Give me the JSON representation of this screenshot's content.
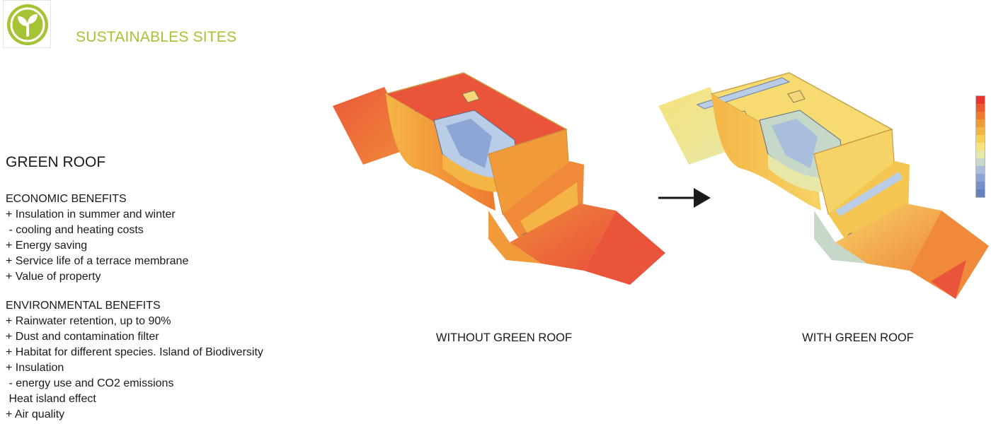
{
  "header": {
    "title": "SUSTAINABLES SITES",
    "logo_icon": "sprout-icon",
    "brand_color": "#a5c332"
  },
  "section": {
    "title": "GREEN ROOF"
  },
  "economic": {
    "heading": "ECONOMIC BENEFITS",
    "items": [
      "+ Insulation in summer and winter",
      " - cooling and heating costs",
      "+ Energy saving",
      "+ Service life of a terrace membrane",
      "+ Value of property"
    ]
  },
  "environmental": {
    "heading": "ENVIRONMENTAL BENEFITS",
    "items": [
      "+ Rainwater retention, up to 90%",
      "+ Dust and contamination filter",
      "+ Habitat for different species. Island of Biodiversity",
      "+ Insulation",
      " - energy use and CO2 emissions",
      " Heat island effect",
      "+ Air quality"
    ]
  },
  "diagrams": {
    "left_caption": "WITHOUT GREEN ROOF",
    "right_caption": "WITH GREEN ROOF",
    "arrow_icon": "arrow-right-icon"
  },
  "legend": {
    "colors": [
      "#e8342a",
      "#ea5a2c",
      "#ee7a30",
      "#f19a3a",
      "#f5b545",
      "#f7cf55",
      "#f6e27a",
      "#e7e8a8",
      "#c6d8c8",
      "#a9bedd",
      "#8ea6d6",
      "#7790c9",
      "#6680bd"
    ]
  },
  "palette": {
    "hot": "#e9543a",
    "warm": "#f08a3a",
    "mild": "#f6d366",
    "cool": "#b9cde6"
  }
}
